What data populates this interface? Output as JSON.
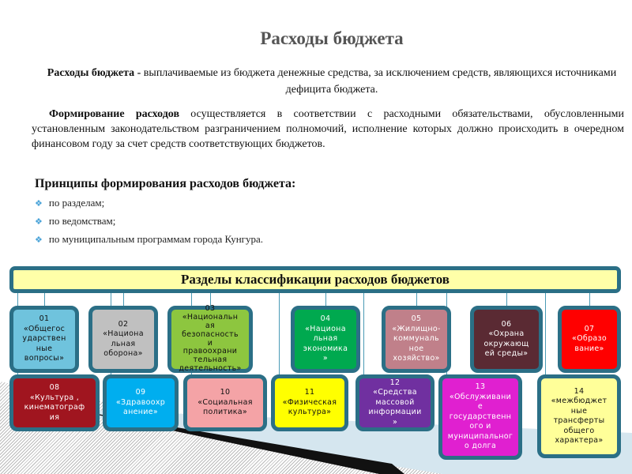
{
  "title": "Расходы бюджета",
  "definition": {
    "term": "Расходы бюджета -",
    "text": " выплачиваемые из бюджета денежные средства, за исключением средств, являющихся источниками дефицита бюджета."
  },
  "formation": {
    "term": "Формирование расходов",
    "text": " осуществляется в соответствии с расходными обязательствами, обусловленными установленным законодательством разграничением полномочий, исполнение которых должно происходить в очередном финансовом году за счет средств соответствующих бюджетов."
  },
  "principles": {
    "heading": "Принципы формирования расходов бюджета:",
    "items": [
      "по разделам;",
      "по ведомствам;",
      "по муниципальным программам города Кунгура."
    ],
    "icon": "diamond-bullet-icon"
  },
  "classification": {
    "heading": "Разделы классификации расходов бюджетов",
    "sections": [
      {
        "text": "01\n«Общегос\nударствен\nные\nвопросы»",
        "color": "#6fc3dd"
      },
      {
        "text": "02\n«Национа\nльная\nоборона»",
        "color": "#c0c0c0"
      },
      {
        "text": "03\n«Национальн\nая\nбезопасность\nи\nправоохрани\nтельная\nдеятельность»",
        "color": "#8dc63f"
      },
      {
        "text": "04\n«Национа\nльная\nэкономика\n»",
        "color": "#00a94f"
      },
      {
        "text": "05\n«Жилищно-\nкоммуналь\nное\nхозяйство»",
        "color": "#c0808a"
      },
      {
        "text": "06\n«Охрана\nокружающ\nей среды»",
        "color": "#5a2a33"
      },
      {
        "text": "07\n«Образо\nвание»",
        "color": "#ff0000"
      },
      {
        "text": "08\n«Культура ,\nкинематограф\nия",
        "color": "#a0151f"
      },
      {
        "text": "09\n«Здравоохр\nанение»",
        "color": "#00aeef"
      },
      {
        "text": "10\n«Социальная\nполитика»",
        "color": "#f4a3a6"
      },
      {
        "text": "11\n«Физическая\nкультура»",
        "color": "#ffff00"
      },
      {
        "text": "12\n«Средства\nмассовой\nинформации\n»",
        "color": "#7030a0"
      },
      {
        "text": "13\n«Обслуживани\nе\nгосударственн\nого и\nмуниципальног\nо долга",
        "color": "#e020d0"
      },
      {
        "text": "14\n«межбюджет\nные\nтрансферты\nобщего\nхарактера»",
        "color": "#ffff99"
      }
    ]
  }
}
